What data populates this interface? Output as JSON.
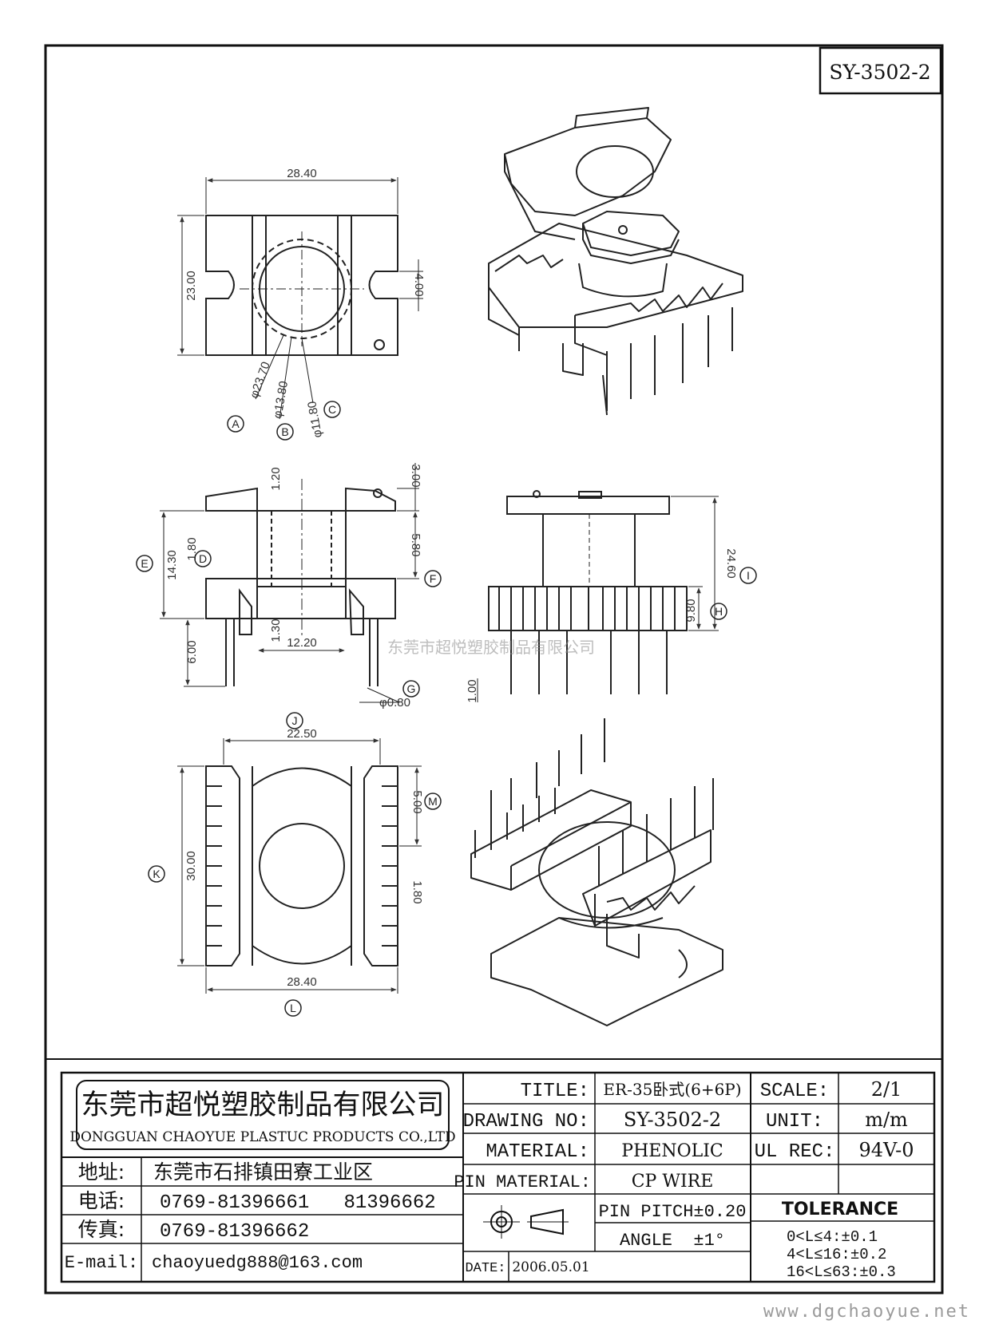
{
  "drawing_code": "SY-3502-2",
  "top_view": {
    "dim_width": "28.40",
    "dim_height": "23.00",
    "dim_slot": "4.00",
    "dim_a": "φ23.70",
    "dim_b": "φ13.80",
    "dim_c": "φ11.80",
    "label_a": "A",
    "label_b": "B",
    "label_c": "C"
  },
  "front_view": {
    "dim_top_flange": "1.20",
    "dim_e": "14.30",
    "dim_d": "1.80",
    "dim_pin_len": "6.00",
    "dim_bottom_flange": "1.30",
    "dim_core_width": "12.20",
    "dim_top_right": "3.00",
    "dim_f": "5.80",
    "dim_g": "φ0.80",
    "label_d": "D",
    "label_e": "E",
    "label_f": "F",
    "label_g": "G"
  },
  "side_view": {
    "dim_i": "24.60",
    "dim_h": "9.80",
    "dim_pin": "1.00",
    "label_h": "H",
    "label_i": "I"
  },
  "bottom_view": {
    "dim_j": "22.50",
    "dim_k": "30.00",
    "dim_l": "28.40",
    "dim_m": "5.00",
    "dim_pitch": "1.80",
    "label_j": "J",
    "label_k": "K",
    "label_l": "L",
    "label_m": "M"
  },
  "watermark": "东莞市超悦塑胶制品有限公司",
  "website": "www.dgchaoyue.net",
  "title_block": {
    "company_cn": "东莞市超悦塑胶制品有限公司",
    "company_en": "DONGGUAN CHAOYUE PLASTUC PRODUCTS CO.,LTD",
    "address_label": "地址:",
    "address_value": "东莞市石排镇田寮工业区",
    "phone_label": "电话:",
    "phone_value": "0769-81396661   81396662",
    "fax_label": "传真:",
    "fax_value": "0769-81396662",
    "email_label": "E-mail:",
    "email_value": "chaoyuedg888@163.com",
    "title_label": "TITLE:",
    "title_value": "ER-35卧式(6+6P)",
    "drawing_no_label": "DRAWING NO:",
    "drawing_no_value": "SY-3502-2",
    "material_label": "MATERIAL:",
    "material_value": "PHENOLIC",
    "pin_material_label": "PIN MATERIAL:",
    "pin_material_value": "CP WIRE",
    "date_label": "DATE:",
    "date_value": "2006.05.01",
    "pin_pitch": "PIN PITCH±0.20",
    "angle": "ANGLE  ±1°",
    "scale_label": "SCALE:",
    "scale_value": "2/1",
    "unit_label": "UNIT:",
    "unit_value": "m/m",
    "ul_label": "UL REC:",
    "ul_value": "94V-0",
    "tolerance_label": "TOLERANCE",
    "tol_1": "0<L≤4:±0.1",
    "tol_2": "4<L≤16:±0.2",
    "tol_3": "16<L≤63:±0.3"
  }
}
